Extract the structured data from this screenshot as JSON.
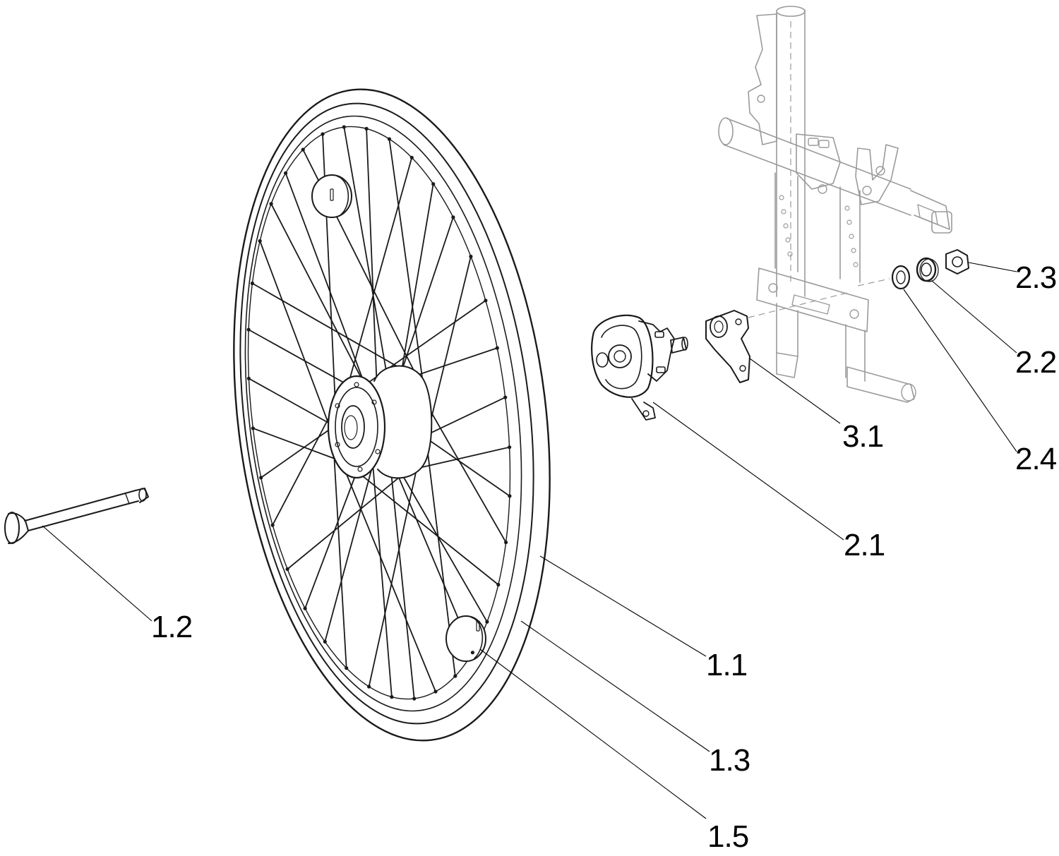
{
  "callouts": {
    "c11": "1.1",
    "c12": "1.2",
    "c13": "1.3",
    "c15": "1.5",
    "c21": "2.1",
    "c22": "2.2",
    "c23": "2.3",
    "c24": "2.4",
    "c31": "3.1"
  }
}
